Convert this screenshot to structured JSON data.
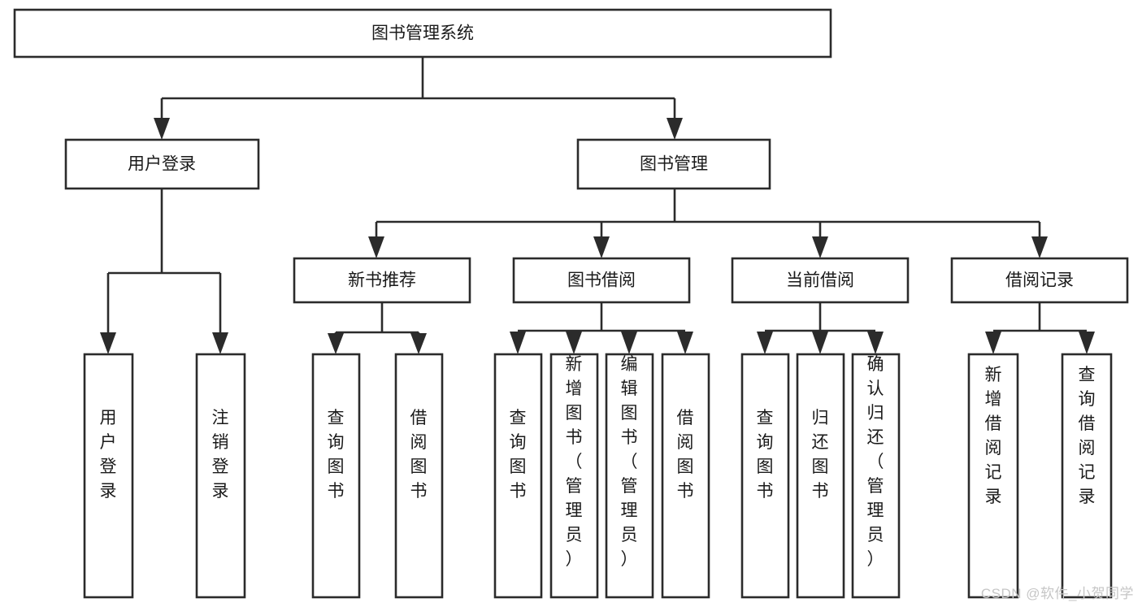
{
  "diagram": {
    "type": "tree-hierarchy",
    "title": "图书管理系统",
    "orientation": "top-down",
    "watermark": "CSDN @软件_小贺同学",
    "colors": {
      "box_fill": "#ffffff",
      "box_stroke": "#2b2b2b",
      "text": "#1a1a1a",
      "background": "#ffffff",
      "watermark": "#c6c6c6"
    },
    "levels": [
      {
        "level": 1,
        "nodes": [
          {
            "id": "root",
            "label": "图书管理系统",
            "text_orientation": "horizontal"
          }
        ]
      },
      {
        "level": 2,
        "nodes": [
          {
            "id": "login",
            "label": "用户登录",
            "text_orientation": "horizontal",
            "parent": "root"
          },
          {
            "id": "bookmgmt",
            "label": "图书管理",
            "text_orientation": "horizontal",
            "parent": "root"
          }
        ]
      },
      {
        "level": 3,
        "nodes": [
          {
            "id": "newbook",
            "label": "新书推荐",
            "text_orientation": "horizontal",
            "parent": "bookmgmt"
          },
          {
            "id": "borrow",
            "label": "图书借阅",
            "text_orientation": "horizontal",
            "parent": "bookmgmt"
          },
          {
            "id": "current",
            "label": "当前借阅",
            "text_orientation": "horizontal",
            "parent": "bookmgmt"
          },
          {
            "id": "records",
            "label": "借阅记录",
            "text_orientation": "horizontal",
            "parent": "bookmgmt"
          }
        ]
      },
      {
        "level": 4,
        "nodes": [
          {
            "id": "leaf1",
            "label": "用户登录",
            "text_orientation": "vertical",
            "parent": "login"
          },
          {
            "id": "leaf2",
            "label": "注销登录",
            "text_orientation": "vertical",
            "parent": "login"
          },
          {
            "id": "leaf3",
            "label": "查询图书",
            "text_orientation": "vertical",
            "parent": "newbook"
          },
          {
            "id": "leaf4",
            "label": "借阅图书",
            "text_orientation": "vertical",
            "parent": "newbook"
          },
          {
            "id": "leaf5",
            "label": "查询图书",
            "text_orientation": "vertical",
            "parent": "borrow"
          },
          {
            "id": "leaf6",
            "label": "新增图书（管理员）",
            "text_orientation": "vertical",
            "parent": "borrow"
          },
          {
            "id": "leaf7",
            "label": "编辑图书（管理员）",
            "text_orientation": "vertical",
            "parent": "borrow"
          },
          {
            "id": "leaf8",
            "label": "借阅图书",
            "text_orientation": "vertical",
            "parent": "borrow"
          },
          {
            "id": "leaf9",
            "label": "查询图书",
            "text_orientation": "vertical",
            "parent": "current"
          },
          {
            "id": "leaf10",
            "label": "归还图书",
            "text_orientation": "vertical",
            "parent": "current"
          },
          {
            "id": "leaf11",
            "label": "确认归还（管理员）",
            "text_orientation": "vertical",
            "parent": "current"
          },
          {
            "id": "leaf12",
            "label": "新增借阅记录",
            "text_orientation": "vertical",
            "parent": "records"
          },
          {
            "id": "leaf13",
            "label": "查询借阅记录",
            "text_orientation": "vertical",
            "parent": "records"
          }
        ]
      }
    ]
  }
}
